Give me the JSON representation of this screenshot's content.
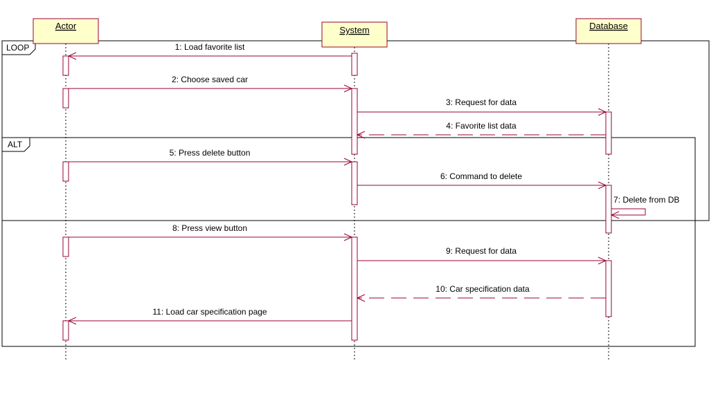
{
  "lifelines": [
    {
      "id": "actor",
      "name": "Actor"
    },
    {
      "id": "system",
      "name": "System"
    },
    {
      "id": "database",
      "name": "Database"
    }
  ],
  "fragments": [
    {
      "id": "loop",
      "label": "LOOP"
    },
    {
      "id": "alt",
      "label": "ALT"
    }
  ],
  "messages": [
    {
      "label": "1: Load favorite list",
      "from": "system",
      "to": "actor",
      "kind": "sync"
    },
    {
      "label": "2: Choose saved car",
      "from": "actor",
      "to": "system",
      "kind": "sync"
    },
    {
      "label": "3: Request for data",
      "from": "system",
      "to": "database",
      "kind": "sync"
    },
    {
      "label": "4: Favorite list data",
      "from": "database",
      "to": "system",
      "kind": "return"
    },
    {
      "label": "5: Press delete button",
      "from": "actor",
      "to": "system",
      "kind": "sync"
    },
    {
      "label": "6: Command to delete",
      "from": "system",
      "to": "database",
      "kind": "sync"
    },
    {
      "label": "7: Delete from DB",
      "from": "database",
      "to": "database",
      "kind": "self"
    },
    {
      "label": "8: Press view button",
      "from": "actor",
      "to": "system",
      "kind": "sync"
    },
    {
      "label": "9: Request for data",
      "from": "system",
      "to": "database",
      "kind": "sync"
    },
    {
      "label": "10: Car specification data",
      "from": "database",
      "to": "system",
      "kind": "return"
    },
    {
      "label": "11: Load car specification page",
      "from": "system",
      "to": "actor",
      "kind": "sync"
    }
  ],
  "colors": {
    "lifeline_fill": "#ffffcc",
    "accent": "#990033"
  }
}
